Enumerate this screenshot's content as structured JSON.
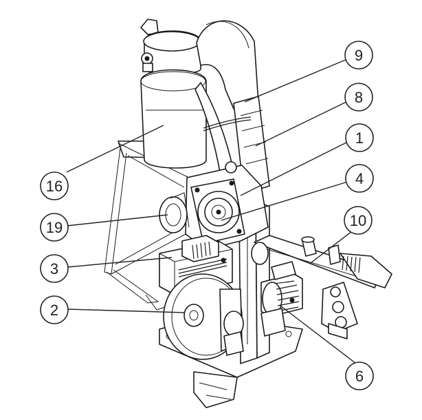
{
  "callouts": [
    {
      "label": "9"
    },
    {
      "label": "8"
    },
    {
      "label": "1"
    },
    {
      "label": "4"
    },
    {
      "label": "10"
    },
    {
      "label": "16"
    },
    {
      "label": "19"
    },
    {
      "label": "3"
    },
    {
      "label": "2"
    },
    {
      "label": "6"
    }
  ]
}
